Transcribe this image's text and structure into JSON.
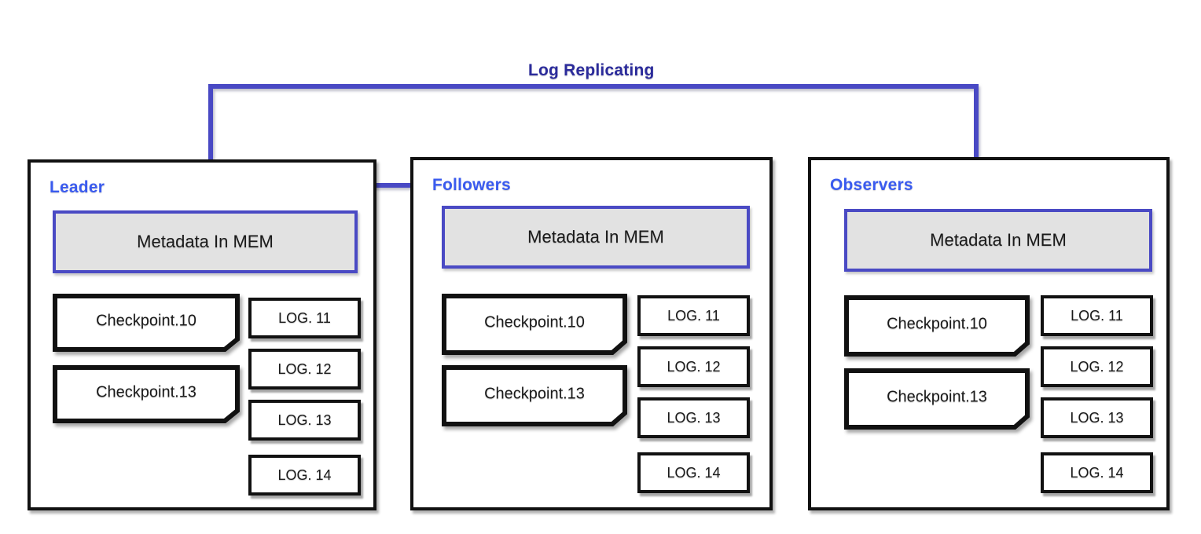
{
  "diagram": {
    "title": "Log Replicating",
    "connector": {
      "label": "Log Replicating",
      "color": "#4a4ac4",
      "arrow_targets": [
        "Followers",
        "Observers"
      ],
      "source": "Leader"
    },
    "colors": {
      "connector_line": "#4a4ac4",
      "connector_label": "#2b2b9b",
      "panel_title": "#3a5bef",
      "panel_border": "#111111",
      "metadata_fill": "#e2e2e2",
      "metadata_border": "#4a4ac4",
      "box_border": "#111111",
      "background": "#ffffff"
    },
    "panels": [
      {
        "id": "leader",
        "title": "Leader",
        "metadata": "Metadata In MEM",
        "checkpoints": [
          "Checkpoint.10",
          "Checkpoint.13"
        ],
        "logs": [
          "LOG. 11",
          "LOG. 12",
          "LOG. 13",
          "LOG. 14"
        ]
      },
      {
        "id": "followers",
        "title": "Followers",
        "metadata": "Metadata In MEM",
        "checkpoints": [
          "Checkpoint.10",
          "Checkpoint.13"
        ],
        "logs": [
          "LOG. 11",
          "LOG. 12",
          "LOG. 13",
          "LOG. 14"
        ]
      },
      {
        "id": "observers",
        "title": "Observers",
        "metadata": "Metadata In MEM",
        "checkpoints": [
          "Checkpoint.10",
          "Checkpoint.13"
        ],
        "logs": [
          "LOG. 11",
          "LOG. 12",
          "LOG. 13",
          "LOG. 14"
        ]
      }
    ]
  }
}
